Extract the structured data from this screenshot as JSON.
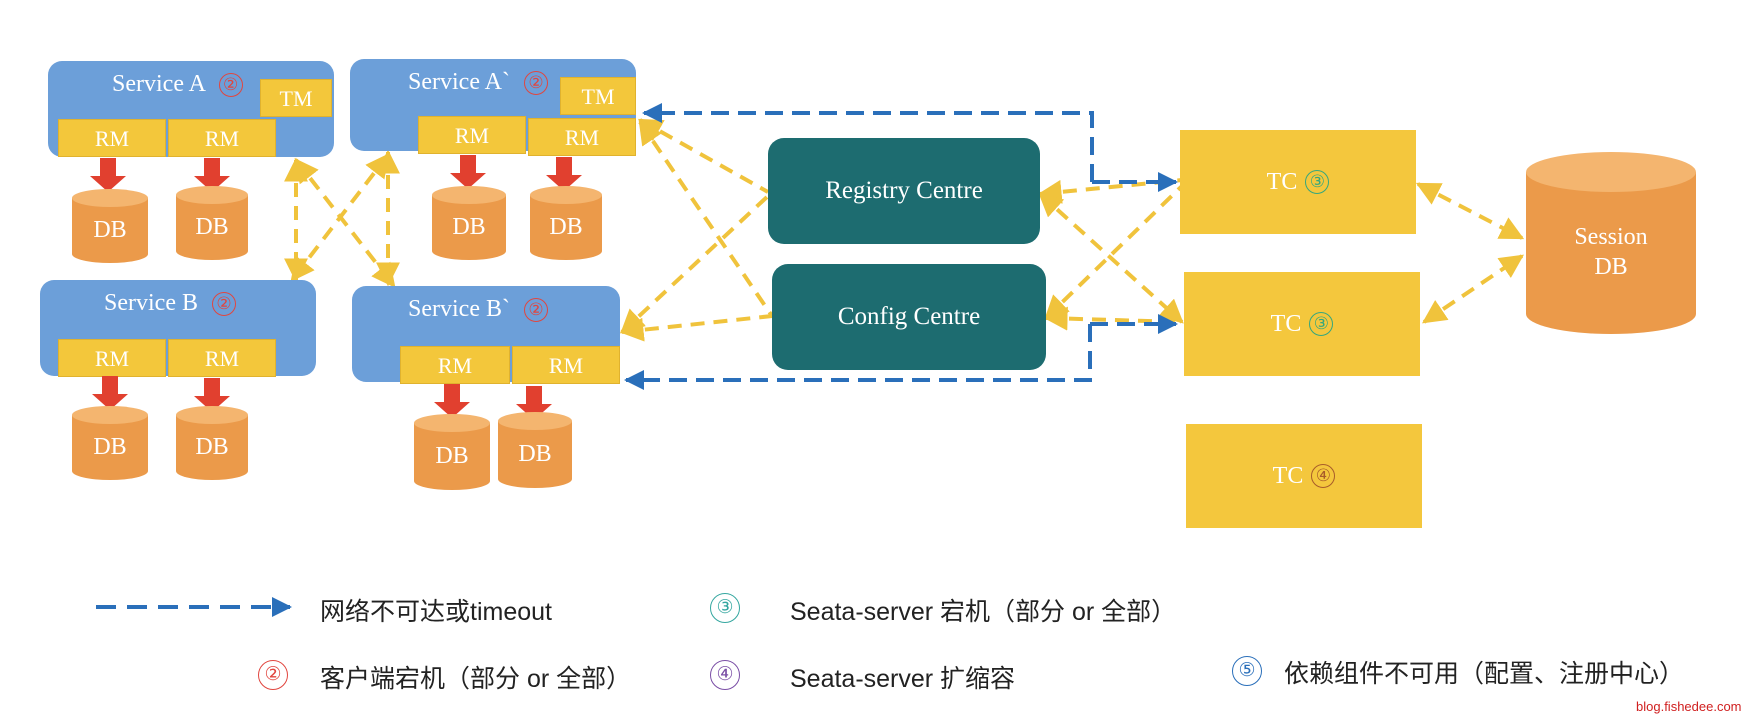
{
  "services": {
    "a": {
      "title": "Service A",
      "marker": "②",
      "tm": "TM",
      "rm": [
        "RM",
        "RM"
      ],
      "db": [
        "DB",
        "DB"
      ]
    },
    "a_prime": {
      "title": "Service A`",
      "marker": "②",
      "tm": "TM",
      "rm": [
        "RM",
        "RM"
      ],
      "db": [
        "DB",
        "DB"
      ]
    },
    "b": {
      "title": "Service B",
      "marker": "②",
      "rm": [
        "RM",
        "RM"
      ],
      "db": [
        "DB",
        "DB"
      ]
    },
    "b_prime": {
      "title": "Service B`",
      "marker": "②",
      "rm": [
        "RM",
        "RM"
      ],
      "db": [
        "DB",
        "DB"
      ]
    }
  },
  "registry_centre": "Registry  Centre",
  "config_centre": "Config Centre",
  "tc_nodes": [
    {
      "label": "TC",
      "marker": "③"
    },
    {
      "label": "TC",
      "marker": "③"
    },
    {
      "label": "TC",
      "marker": "④"
    }
  ],
  "session_db": {
    "line1": "Session",
    "line2": "DB"
  },
  "legend": {
    "network": "网络不可达或timeout",
    "client_down": {
      "marker": "②",
      "text": "客户端宕机（部分 or 全部）"
    },
    "server_down": {
      "marker": "③",
      "text": "Seata-server 宕机（部分  or  全部）"
    },
    "server_scale": {
      "marker": "④",
      "text": "Seata-server 扩缩容"
    },
    "dependency": {
      "marker": "⑤",
      "text": "依赖组件不可用（配置、注册中心）"
    }
  },
  "colors": {
    "service_blue": "#6c9fd9",
    "rm_yellow": "#f3c73b",
    "db_orange": "#eb9a4a",
    "centre_teal": "#1d6c70",
    "arrow_red": "#e1402f",
    "dashed_blue": "#2a6fba",
    "dashed_yellow": "#f0c33c"
  },
  "watermark": "blog.fishedee.com"
}
